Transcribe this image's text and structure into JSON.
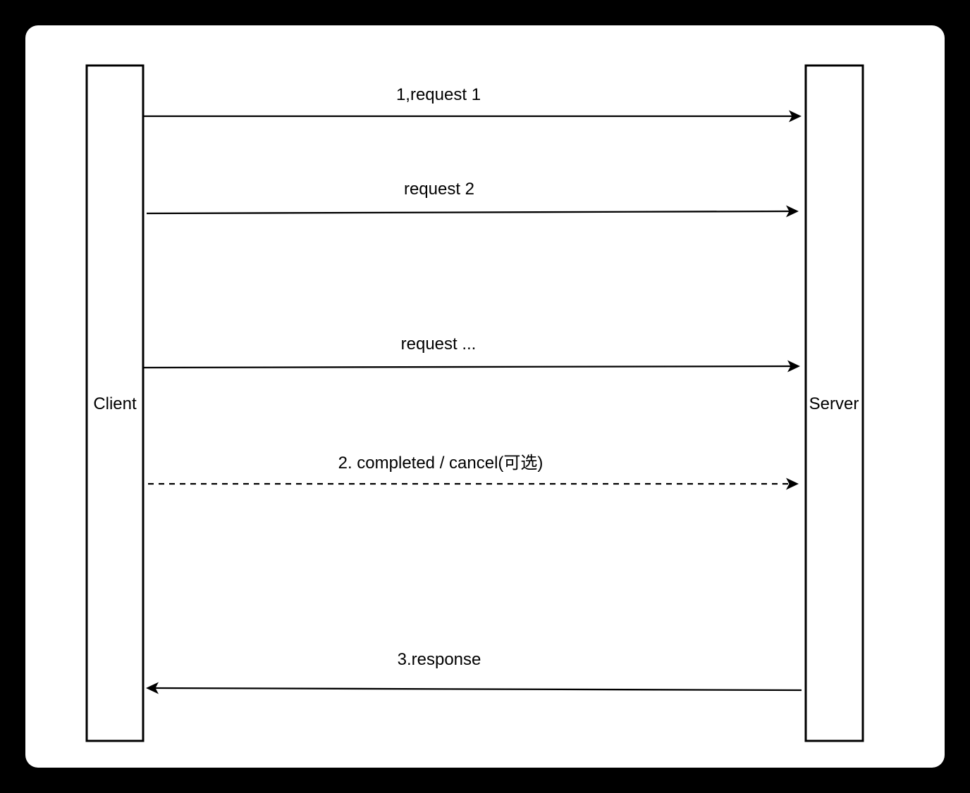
{
  "diagram": {
    "type": "sequence-diagram",
    "colors": {
      "background": "#000000",
      "canvas": "#ffffff",
      "line": "#000000",
      "text": "#000000"
    },
    "actors": [
      {
        "id": "client",
        "label": "Client"
      },
      {
        "id": "server",
        "label": "Server"
      }
    ],
    "messages": [
      {
        "label": "1,request 1",
        "from": "client",
        "to": "server",
        "style": "solid"
      },
      {
        "label": "request 2",
        "from": "client",
        "to": "server",
        "style": "solid"
      },
      {
        "label": "request ...",
        "from": "client",
        "to": "server",
        "style": "solid"
      },
      {
        "label": "2. completed / cancel(可选)",
        "from": "client",
        "to": "server",
        "style": "dashed"
      },
      {
        "label": "3.response",
        "from": "server",
        "to": "client",
        "style": "solid"
      }
    ]
  }
}
